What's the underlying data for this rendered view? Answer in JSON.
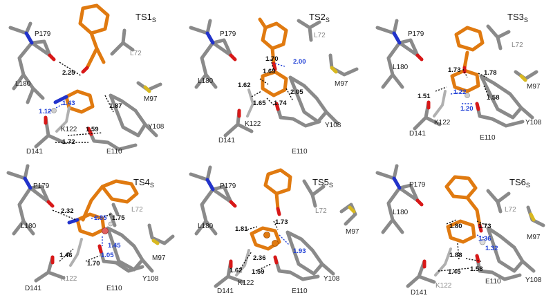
{
  "panels": [
    {
      "title_main": "TS1",
      "title_sub": "S",
      "residues": [
        "P179",
        "L72",
        "L180",
        "M97",
        "K122",
        "Y108",
        "D141",
        "E110"
      ],
      "distances_black": [
        "2.25",
        "1.87",
        "1.59",
        "1.72"
      ],
      "distances_blue": [
        "1.12",
        "1.43"
      ]
    },
    {
      "title_main": "TS2",
      "title_sub": "S",
      "residues": [
        "P179",
        "L72",
        "L180",
        "M97",
        "K122",
        "Y108",
        "D141",
        "E110"
      ],
      "distances_black": [
        "1.70",
        "1.69",
        "1.62",
        "2.05",
        "1.65",
        "1.74"
      ],
      "distances_blue": [
        "2.00"
      ]
    },
    {
      "title_main": "TS3",
      "title_sub": "S",
      "residues": [
        "P179",
        "L72",
        "L180",
        "M97",
        "K122",
        "Y108",
        "D141",
        "E110"
      ],
      "distances_black": [
        "1.73",
        "1.78",
        "1.51",
        "1.58"
      ],
      "distances_blue": [
        "1.22",
        "1.20"
      ]
    },
    {
      "title_main": "TS4",
      "title_sub": "S",
      "residues": [
        "P179",
        "L72",
        "L180",
        "M97",
        "K122",
        "Y108",
        "D141",
        "E110"
      ],
      "distances_black": [
        "2.32",
        "1.75",
        "1.46",
        "1.70"
      ],
      "distances_blue": [
        "1.85",
        "1.45",
        "1.05"
      ]
    },
    {
      "title_main": "TS5",
      "title_sub": "S",
      "residues": [
        "P179",
        "L72",
        "L180",
        "M97",
        "K122",
        "Y108",
        "D141",
        "E110"
      ],
      "distances_black": [
        "1.81",
        "1.73",
        "2.36",
        "1.62",
        "1.59"
      ],
      "distances_blue": [
        "1.93"
      ]
    },
    {
      "title_main": "TS6",
      "title_sub": "S",
      "residues": [
        "P179",
        "L72",
        "L180",
        "M97",
        "K122",
        "Y108",
        "D141",
        "E110"
      ],
      "distances_black": [
        "1.80",
        "1.73",
        "1.88",
        "1.45",
        "1.58"
      ],
      "distances_blue": [
        "1.36",
        "1.32"
      ]
    }
  ]
}
